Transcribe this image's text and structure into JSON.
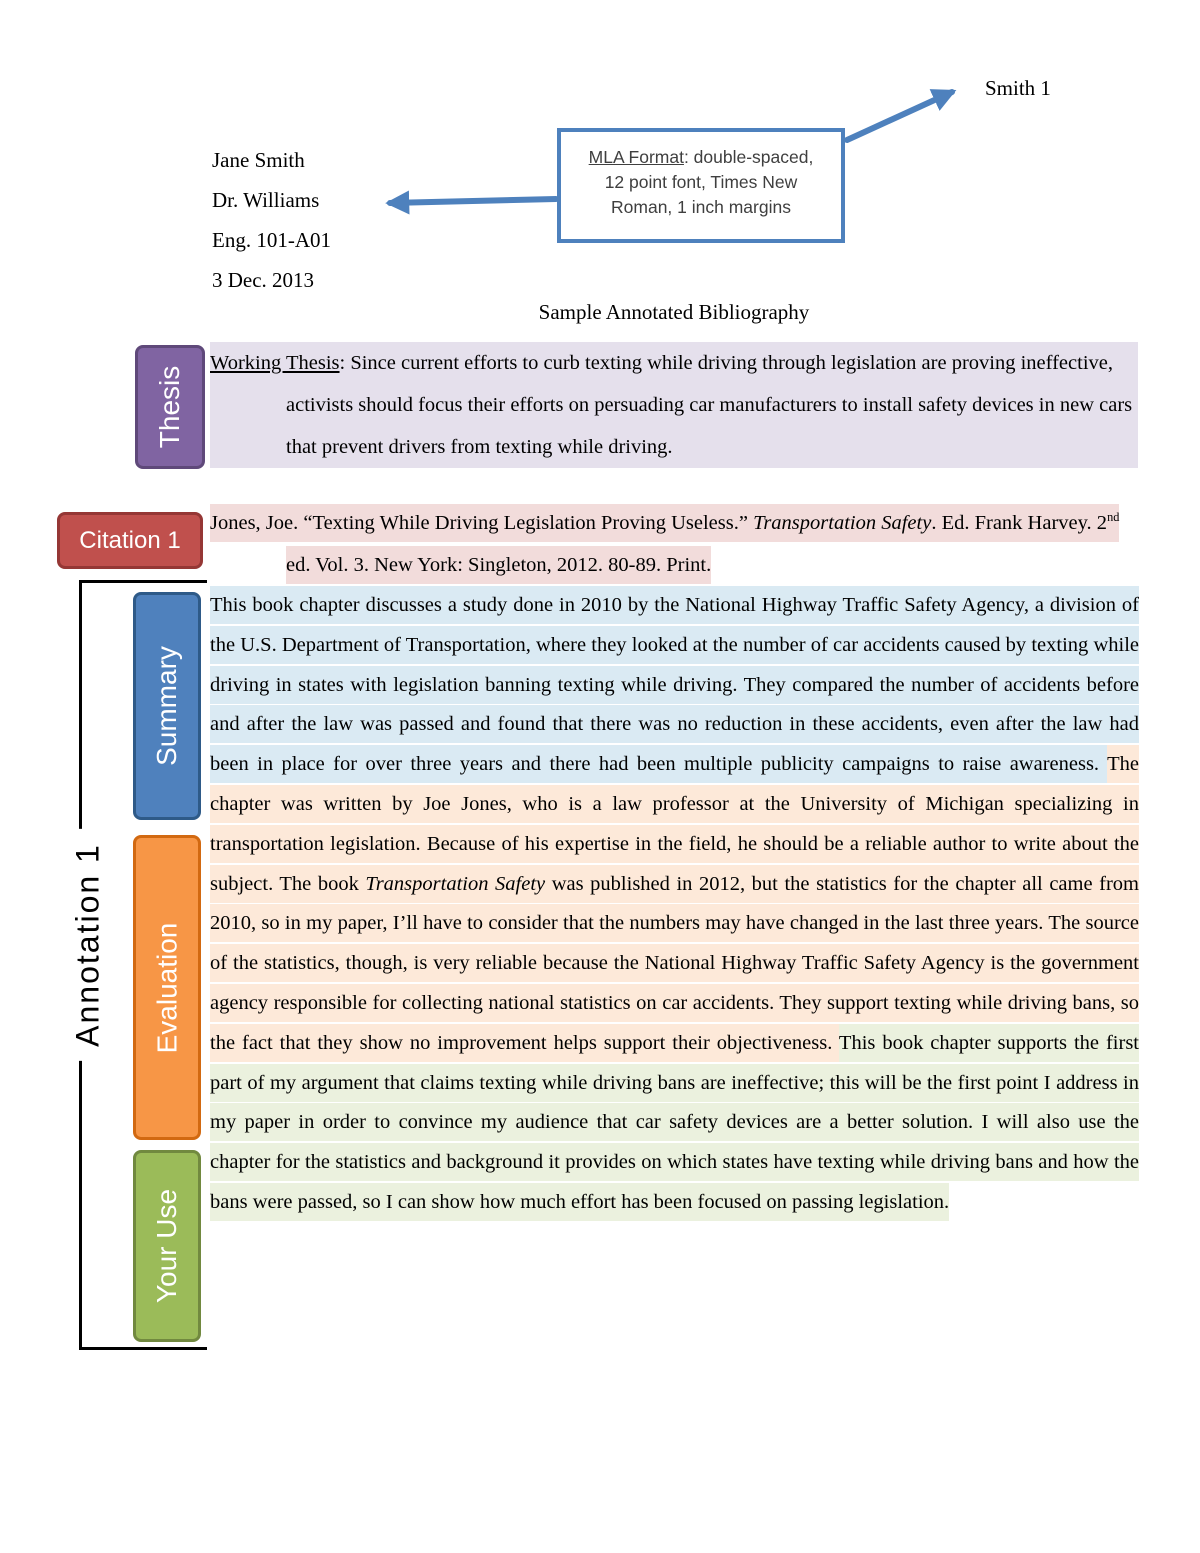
{
  "page": {
    "header_page_number": "Smith 1",
    "heading": [
      "Jane Smith",
      "Dr. Williams",
      "Eng. 101-A01",
      "3 Dec. 2013"
    ],
    "title": "Sample Annotated Bibliography"
  },
  "callout": {
    "label": "MLA Format",
    "text": ": double-spaced, 12 point font, Times New Roman, 1 inch margins"
  },
  "thesis": {
    "tab_label": "Thesis",
    "label": "Working Thesis",
    "text": ": Since current efforts to curb texting while driving through legislation are proving ineffective, activists should focus their efforts on persuading car manufacturers to install safety devices in new cars that prevent drivers from texting while driving."
  },
  "citation": {
    "tab_label": "Citation 1",
    "pre": "Jones, Joe. “Texting While Driving Legislation Proving Useless.” ",
    "italic": "Transportation Safety",
    "mid": ". Ed. Frank Harvey. 2",
    "superscript": "nd",
    "post": " ed. Vol. 3. New York: Singleton, 2012.  80-89. Print."
  },
  "annotation": {
    "bracket_label": "Annotation 1",
    "summary": {
      "tab_label": "Summary",
      "text": "This book chapter discusses a study done in 2010 by the National Highway Traffic Safety Agency, a division of the U.S. Department of Transportation, where they looked at the number of car accidents caused by texting while driving in states with legislation banning texting while driving. They compared the number of accidents before and after the law was passed and found that there was no reduction in these accidents, even after the law had been in place for over three years and there had been multiple publicity campaigns to raise awareness.  "
    },
    "evaluation": {
      "tab_label": "Evaluation",
      "text_pre": "The chapter was written by Joe Jones, who is a law professor at the University of Michigan specializing in transportation legislation. Because of his expertise in the field, he should be a reliable author to write about the subject. The book ",
      "italic": "Transportation Safety",
      "text_post": " was published in 2012, but the statistics for the chapter all came from 2010, so in my paper, I’ll have to consider that the numbers may have changed in the last three years. The source of the statistics, though, is very reliable because the National Highway Traffic Safety Agency is the government agency responsible for collecting national statistics on car accidents. They support texting while driving bans, so the fact that they show no improvement helps support their objectiveness.  "
    },
    "your_use": {
      "tab_label": "Your Use",
      "text": "This book chapter supports the first part of my argument that claims texting while driving bans are ineffective; this will be the first point I address in my paper in order to convince my audience that car safety devices are a better solution. I will also use the chapter for the statistics and background it provides on which states have texting while driving bans and how the bans were passed, so I can show how much effort has been focused on passing legislation."
    }
  },
  "colors": {
    "thesis_tab": "#8064A2",
    "thesis_highlight": "#E5E0EC",
    "citation_tab": "#C0504D",
    "citation_highlight": "#F2DCDB",
    "summary_tab": "#4F81BD",
    "summary_highlight": "#DAEAF3",
    "evaluation_tab": "#F79646",
    "evaluation_highlight": "#FDE9D9",
    "your_use_tab": "#9BBB59",
    "your_use_highlight": "#EBF1DE",
    "callout_border": "#4E81BD",
    "arrow": "#4E81BD"
  }
}
